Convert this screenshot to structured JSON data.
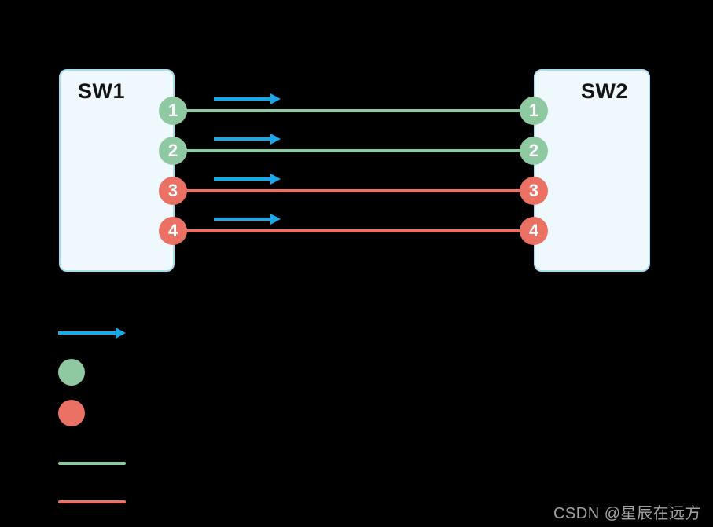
{
  "switches": {
    "left": {
      "label": "SW1"
    },
    "right": {
      "label": "SW2"
    }
  },
  "links": [
    {
      "port": "1",
      "state": "green"
    },
    {
      "port": "2",
      "state": "green"
    },
    {
      "port": "3",
      "state": "red"
    },
    {
      "port": "4",
      "state": "red"
    }
  ],
  "legend": {
    "items": [
      {
        "icon": "arrow-icon",
        "color": "#1BA7E8"
      },
      {
        "icon": "green-circle-icon",
        "color": "#8FC9A1"
      },
      {
        "icon": "red-circle-icon",
        "color": "#EA7163"
      },
      {
        "icon": "green-line-icon",
        "color": "#8FC9A1"
      },
      {
        "icon": "red-line-icon",
        "color": "#EA7163"
      }
    ]
  },
  "watermark": {
    "text": "CSDN @星辰在远方"
  },
  "colors": {
    "background": "#000000",
    "switch_fill": "#EFF8FC",
    "switch_border": "#A9DCF2",
    "arrow_blue": "#1BA7E8",
    "port_green": "#8FC9A1",
    "port_red": "#EA7163",
    "watermark_gray": "#A3A3A3"
  }
}
